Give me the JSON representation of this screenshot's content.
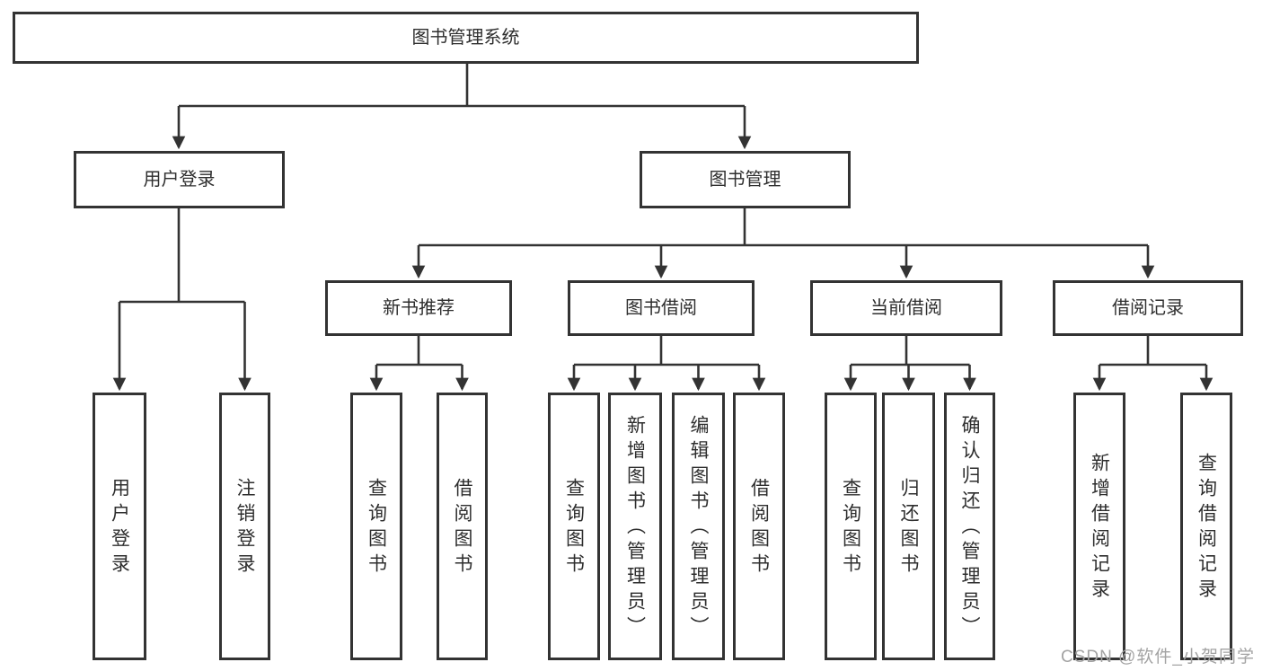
{
  "diagram": {
    "title": "图书管理系统",
    "nodes": {
      "root": "图书管理系统",
      "user_login": "用户登录",
      "book_management": "图书管理",
      "new_book_recommend": "新书推荐",
      "book_borrow": "图书借阅",
      "current_borrow": "当前借阅",
      "borrow_record": "借阅记录",
      "user_login_children": [
        "用户登录",
        "注销登录"
      ],
      "new_book_children": [
        "查询图书",
        "借阅图书"
      ],
      "book_borrow_children": [
        "查询图书",
        "新增图书（管理员）",
        "编辑图书（管理员）",
        "借阅图书"
      ],
      "current_borrow_children": [
        "查询图书",
        "归还图书",
        "确认归还（管理员）"
      ],
      "borrow_record_children": [
        "新增借阅记录",
        "查询借阅记录"
      ]
    },
    "colors": {
      "line": "#333333",
      "box_border": "#333333",
      "text": "#2e2e2e",
      "background": "#ffffff",
      "watermark": "#a3a3a3"
    }
  },
  "watermark": "CSDN @软件_小贺同学"
}
